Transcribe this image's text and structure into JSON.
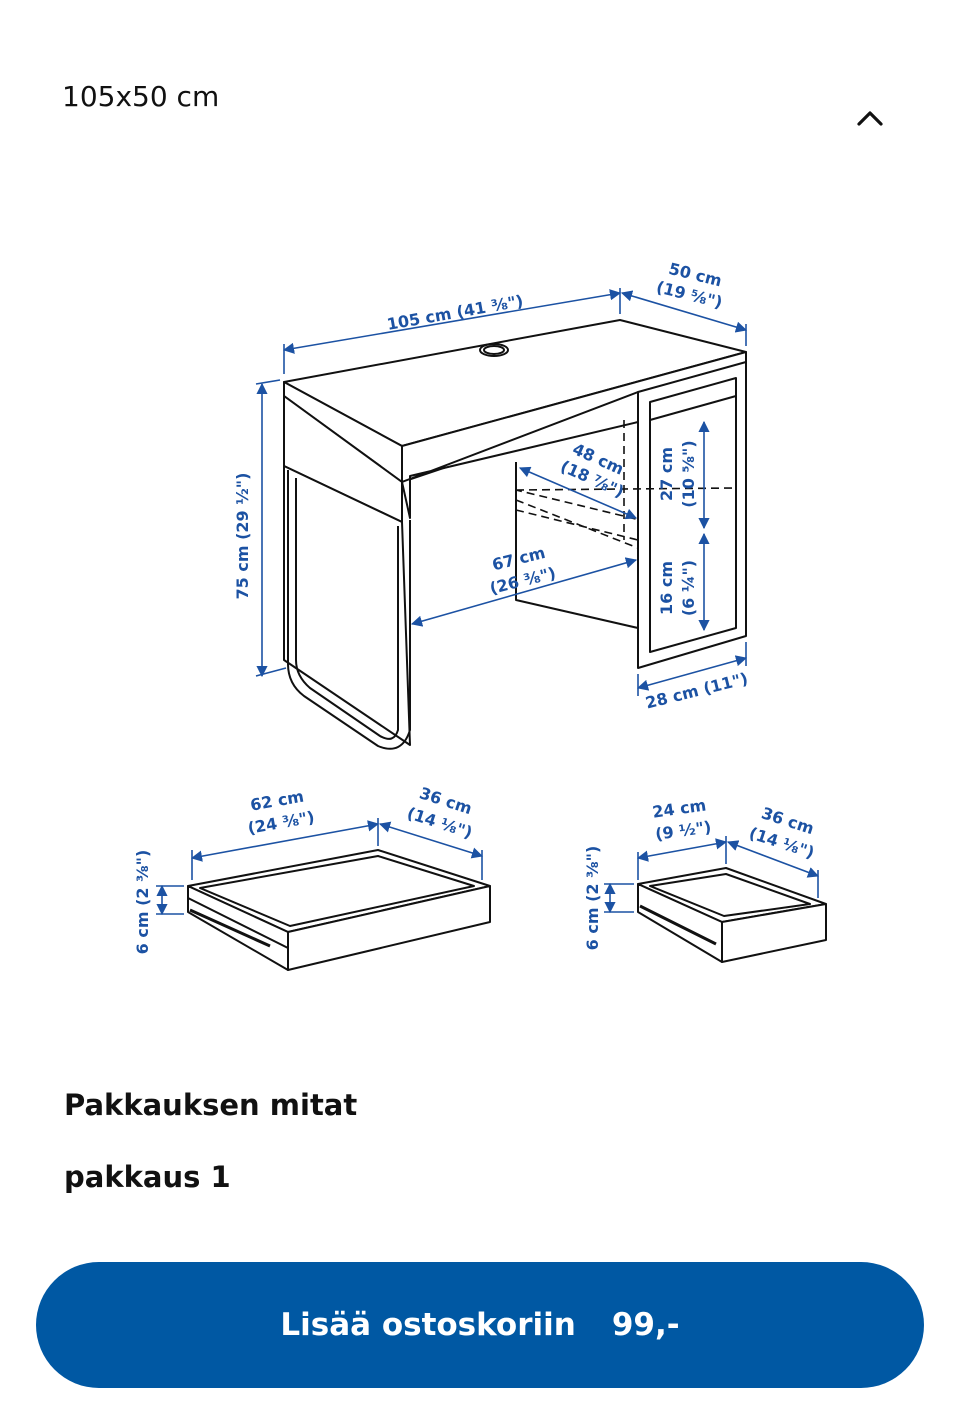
{
  "product": {
    "size": "105x50 cm"
  },
  "colors": {
    "accent": "#0058a3",
    "dimension": "#1c52a3",
    "line": "#111111"
  },
  "icons": {
    "collapse": "chevron-up-icon"
  },
  "diagram": {
    "desk": {
      "width": "105 cm (41 ⅜\")",
      "depth_cm": "50 cm",
      "depth_in": "(19 ⅝\")",
      "height": "75 cm (29 ½\")",
      "inner_depth_cm": "48 cm",
      "inner_depth_in": "(18 ⅞\")",
      "inner_width_cm": "67 cm",
      "inner_width_in": "(26 ⅜\")",
      "shelf_upper_cm": "27 cm",
      "shelf_upper_in": "(10 ⅝\")",
      "shelf_lower_cm": "16 cm",
      "shelf_lower_in": "(6 ¼\")",
      "cabinet_width": "28 cm (11\")"
    },
    "drawer_large": {
      "width_cm": "62 cm",
      "width_in": "(24 ⅜\")",
      "depth_cm": "36 cm",
      "depth_in": "(14 ⅛\")",
      "height": "6 cm (2 ⅜\")"
    },
    "drawer_small": {
      "width_cm": "24 cm",
      "width_in": "(9 ½\")",
      "depth_cm": "36 cm",
      "depth_in": "(14 ⅛\")",
      "height": "6 cm (2 ⅜\")"
    }
  },
  "packaging": {
    "title": "Pakkauksen mitat",
    "package_label": "pakkaus 1"
  },
  "cart": {
    "label": "Lisää ostoskoriin",
    "price": "99,-"
  }
}
